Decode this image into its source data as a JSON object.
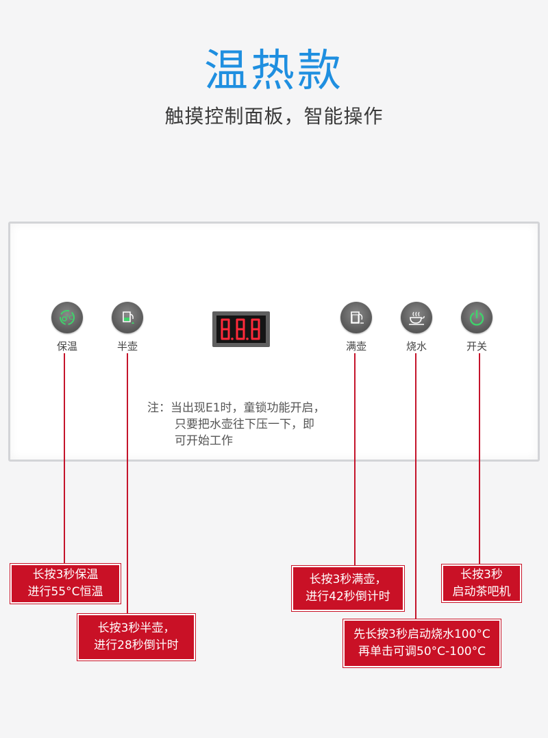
{
  "header": {
    "title": "温热款",
    "subtitle": "触摸控制面板，智能操作"
  },
  "panel": {
    "buttons": [
      {
        "label": "保温",
        "icon": "keep-warm-icon",
        "glow": "#3fd36b"
      },
      {
        "label": "半壶",
        "icon": "half-kettle-icon",
        "glow": "#3fd36b"
      },
      {
        "label": "满壶",
        "icon": "full-kettle-icon",
        "glow": "#ffffff"
      },
      {
        "label": "烧水",
        "icon": "boil-water-icon",
        "glow": "#ffffff"
      },
      {
        "label": "开关",
        "icon": "power-icon",
        "glow": "#3fd36b"
      }
    ],
    "display": {
      "text": "8.8.8",
      "color": "#ff2a3a"
    },
    "note": {
      "line1": "注：当出现E1时，童锁功能开启，",
      "line2": "只要把水壶往下压一下，即",
      "line3": "可开始工作"
    }
  },
  "callouts": {
    "keep_warm": {
      "line1": "长按3秒保温",
      "line2": "进行55°C恒温"
    },
    "half_kettle": {
      "line1": "长按3秒半壶，",
      "line2": "进行28秒倒计时"
    },
    "full_kettle": {
      "line1": "长按3秒满壶，",
      "line2": "进行42秒倒计时"
    },
    "boil_water": {
      "line1": "先长按3秒启动烧水100°C",
      "line2": "再单击可调50°C-100°C"
    },
    "power": {
      "line1": "长按3秒",
      "line2": "启动茶吧机"
    }
  },
  "colors": {
    "accent": "#1f8fe0",
    "callout_red": "#c91126",
    "led_green": "#3fd36b"
  }
}
